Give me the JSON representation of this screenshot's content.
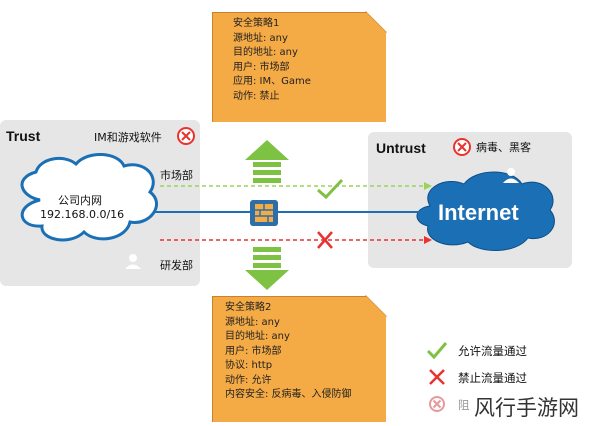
{
  "trust": {
    "title": "Trust",
    "blocked_label": "IM和游戏软件"
  },
  "untrust": {
    "title": "Untrust",
    "threat_label": "病毒、黑客"
  },
  "lan": {
    "name": "公司内网",
    "subnet": "192.168.0.0/16"
  },
  "internet_label": "Internet",
  "departments": {
    "market": "市场部",
    "rnd": "研发部"
  },
  "policy1": {
    "lines": [
      "安全策略1",
      "源地址: any",
      "目的地址: any",
      "用户: 市场部",
      "应用: IM、Game",
      "动作: 禁止"
    ]
  },
  "policy2": {
    "lines": [
      "安全策略2",
      "源地址: any",
      "目的地址: any",
      "用户: 市场部",
      "协议: http",
      "动作: 允许",
      "内容安全: 反病毒、入侵防御"
    ]
  },
  "legend": {
    "allow": "允许流量通过",
    "deny": "禁止流量通过",
    "block_partial": "阻"
  },
  "watermark": "风行手游网",
  "colors": {
    "note": "#f4aa45",
    "zone": "#e6e6e6",
    "arrow_green": "#7dc242",
    "deny_red": "#e8332f",
    "cloud_blue": "#1a6fb5",
    "allow_dash": "#9bd35a"
  }
}
